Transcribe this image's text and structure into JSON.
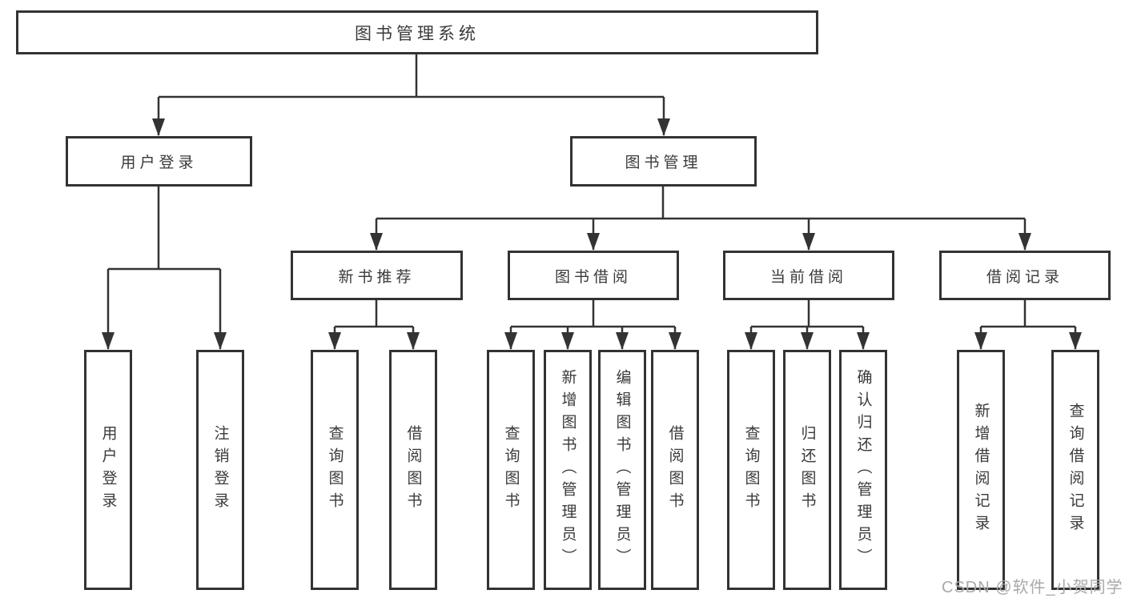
{
  "diagram_type": "tree",
  "tree": {
    "label": "图书管理系统",
    "children": [
      {
        "label": "用户登录",
        "children": [
          {
            "label": "用户登录"
          },
          {
            "label": "注销登录"
          }
        ]
      },
      {
        "label": "图书管理",
        "children": [
          {
            "label": "新书推荐",
            "children": [
              {
                "label": "查询图书"
              },
              {
                "label": "借阅图书"
              }
            ]
          },
          {
            "label": "图书借阅",
            "children": [
              {
                "label": "查询图书"
              },
              {
                "label": "新增图书（管理员）"
              },
              {
                "label": "编辑图书（管理员）"
              },
              {
                "label": "借阅图书"
              }
            ]
          },
          {
            "label": "当前借阅",
            "children": [
              {
                "label": "查询图书"
              },
              {
                "label": "归还图书"
              },
              {
                "label": "确认归还（管理员）"
              }
            ]
          },
          {
            "label": "借阅记录",
            "children": [
              {
                "label": "新增借阅记录"
              },
              {
                "label": "查询借阅记录"
              }
            ]
          }
        ]
      }
    ]
  },
  "watermark": "CSDN @软件_小贺同学",
  "colors": {
    "line": "#333333",
    "box_border": "#333333",
    "box_fill": "#ffffff",
    "text": "#3a3a3a",
    "watermark": "#a9a9a9",
    "background": "#ffffff"
  }
}
